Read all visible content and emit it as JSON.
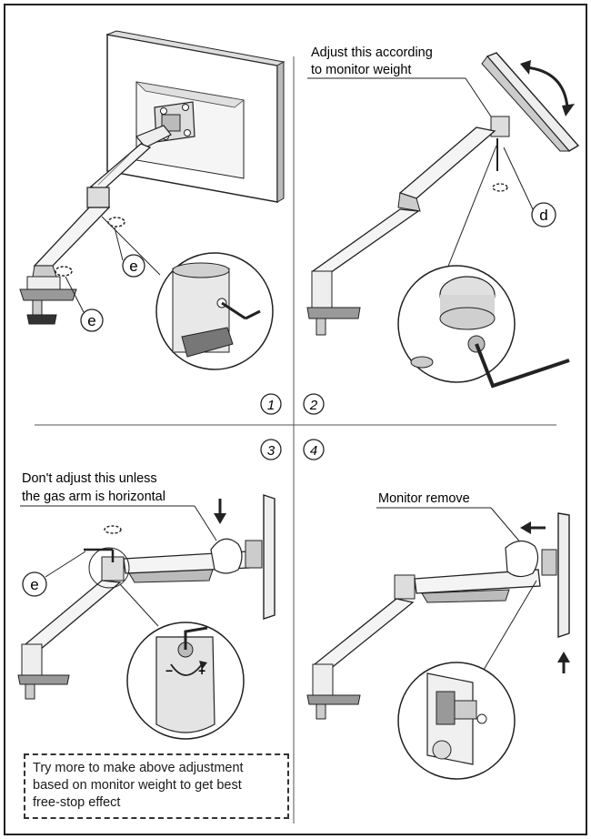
{
  "steps": [
    {
      "number": "1",
      "labels": {
        "callout_top": "e",
        "callout_bottom": "e"
      }
    },
    {
      "number": "2",
      "caption": [
        "Adjust this according",
        "to monitor weight"
      ],
      "labels": {
        "callout": "d"
      }
    },
    {
      "number": "3",
      "caption": [
        "Don't adjust this unless",
        "the gas arm is horizontal"
      ],
      "labels": {
        "callout": "e"
      }
    },
    {
      "number": "4",
      "caption": [
        "Monitor remove"
      ]
    }
  ],
  "footnote": {
    "lines": [
      "Try more to make above adjustment",
      "based on monitor weight to get best",
      "free-stop effect"
    ]
  },
  "colors": {
    "line": "#222222",
    "fill_light": "#f2f2f2",
    "fill_mid": "#cfcfcf",
    "fill_dark": "#888888"
  }
}
